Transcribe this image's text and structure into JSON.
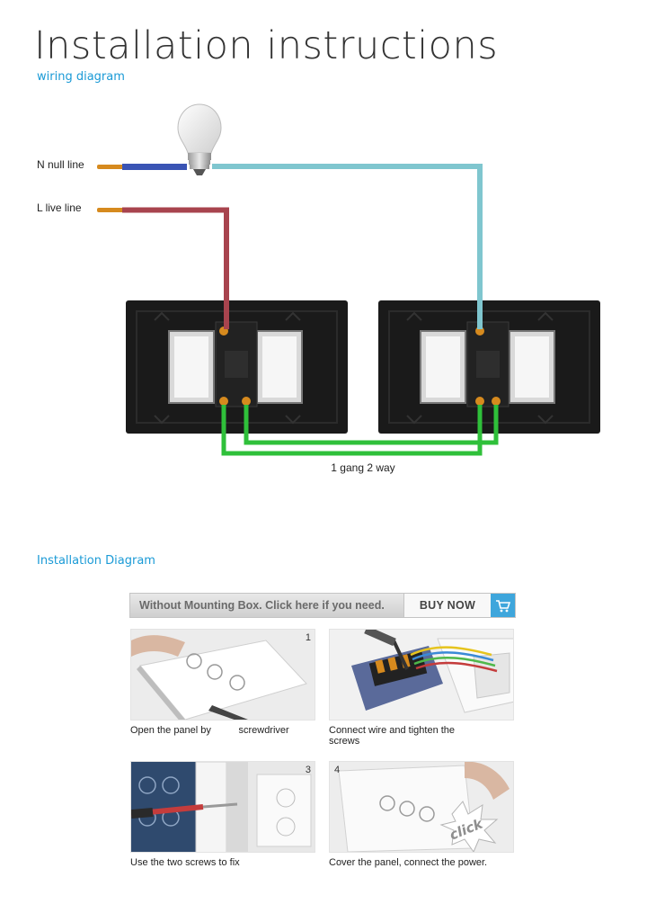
{
  "page": {
    "title": "Installation instructions",
    "subtitle": "wiring diagram",
    "section2_title": "Installation Diagram"
  },
  "wiring": {
    "n_label": "N null line",
    "l_label": "L live line",
    "caption": "1 gang 2 way",
    "colors": {
      "neutral_wire": "#3a54b4",
      "live_wire": "#a8444e",
      "traveler_wire": "#7fc6cf",
      "link_wire": "#2fc03a",
      "panel": "#1a1a1a",
      "copper": "#d68a1e"
    }
  },
  "banner": {
    "text": "Without Mounting Box. Click here if you need.",
    "button": "BUY NOW",
    "icon": "cart-icon",
    "accent": "#3ea6dc"
  },
  "steps": [
    {
      "num": "1",
      "caption": "Open the panel by          screwdriver"
    },
    {
      "num": "",
      "caption": "Connect wire and tighten the screws"
    },
    {
      "num": "3",
      "caption": "Use the two screws to fix"
    },
    {
      "num": "4",
      "caption": "Cover the panel, connect the power.",
      "overlay": "click"
    }
  ]
}
